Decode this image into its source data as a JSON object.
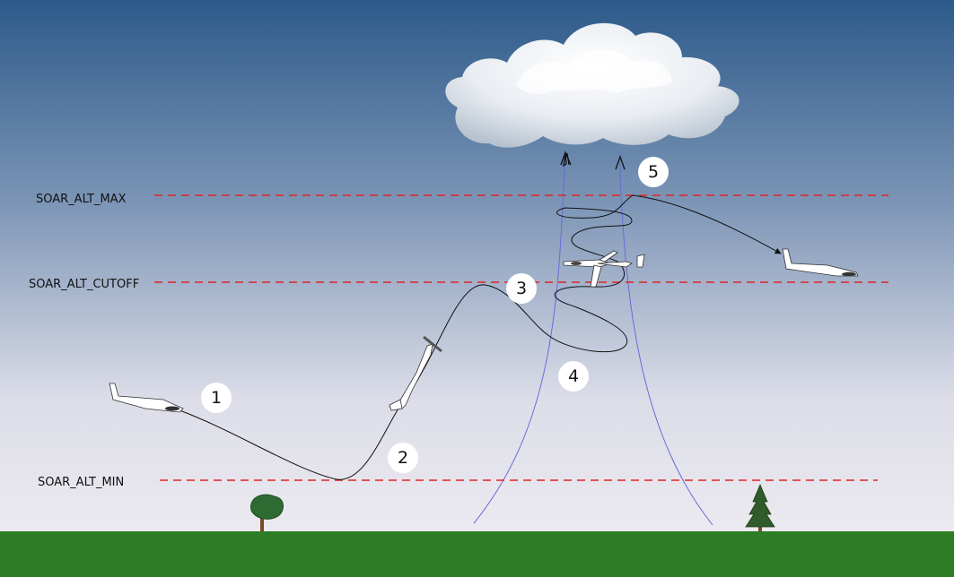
{
  "altitude_thresholds": [
    {
      "id": "max",
      "label": "SOAR_ALT_MAX"
    },
    {
      "id": "cutoff",
      "label": "SOAR_ALT_CUTOFF"
    },
    {
      "id": "min",
      "label": "SOAR_ALT_MIN"
    }
  ],
  "steps": [
    "1",
    "2",
    "3",
    "4",
    "5"
  ],
  "colors": {
    "sky_top": "#2c5a8a",
    "sky_mid": "#7c95b6",
    "sky_bottom": "#eceaf0",
    "ground": "#2e7d26",
    "threshold_line": "#e02424",
    "flight_path": "#111111",
    "thermal_outline": "#6b6bd8",
    "tree_foliage": "#2e6b32",
    "tree_trunk": "#7a4a25"
  }
}
